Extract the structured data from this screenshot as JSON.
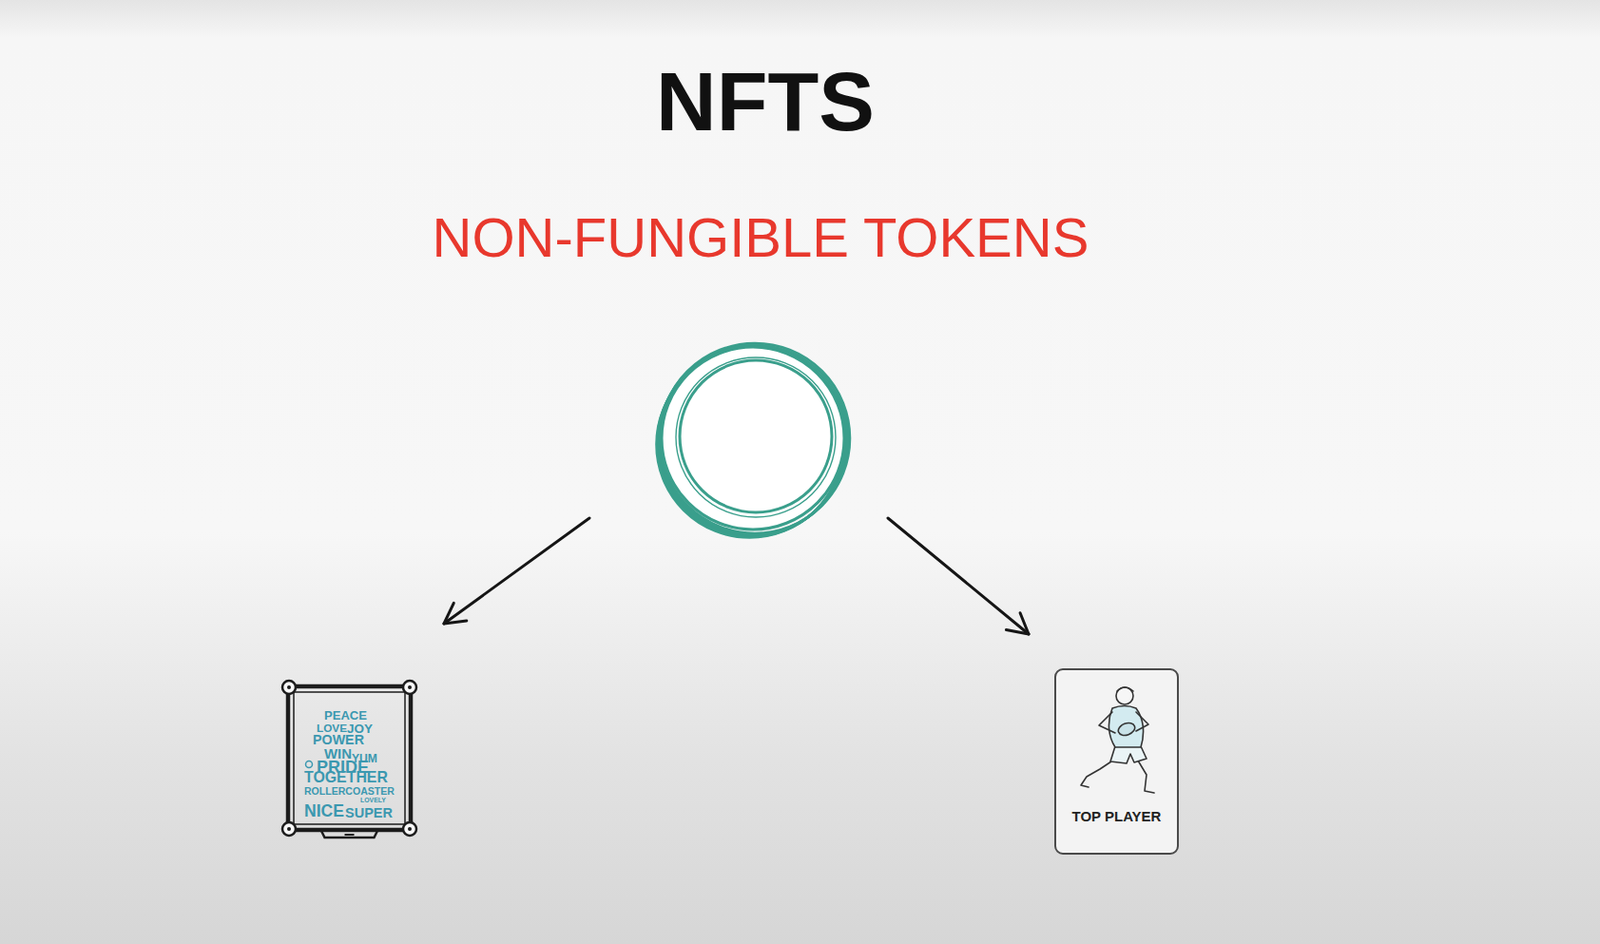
{
  "diagram": {
    "title": "NFTS",
    "nodes": [
      {
        "text": [
          "PEACE",
          "LOVE",
          "JOY",
          "POWER",
          "WIN",
          "YUM",
          "PRIDE",
          "TOGETHER",
          "ROLLERCOASTER",
          "NICE",
          "LOVELY",
          "SUPER"
        ]
      },
      {
        "text": [
          "TOP PLAYER"
        ]
      }
    ],
    "labels": [
      "NON-FUNGIBLE TOKENS"
    ]
  }
}
